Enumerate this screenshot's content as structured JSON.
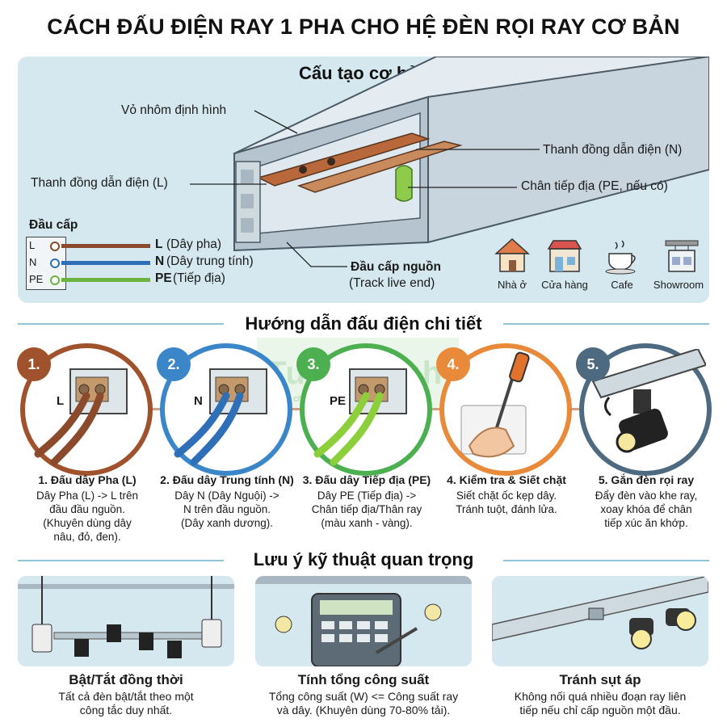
{
  "title": "CÁCH ĐẤU ĐIỆN RAY 1 PHA CHO HỆ ĐÈN RỌI RAY CƠ BẢN",
  "structure": {
    "heading": "Cấu tạo cơ bản",
    "labels": {
      "housing": "Vỏ nhôm định hình",
      "copper_n": "Thanh đồng dẫn điện (N)",
      "copper_l": "Thanh đồng dẫn điện (L)",
      "ground": "Chân tiếp địa (PE, nếu có)",
      "live_end": "Đầu cấp nguồn",
      "live_end_en": "(Track live end)"
    },
    "terminal": {
      "heading": "Đầu cấp",
      "rows": [
        {
          "pin": "L",
          "code": "L",
          "desc": " (Dây pha)",
          "color": "#8b4a2b"
        },
        {
          "pin": "N",
          "code": "N",
          "desc": " (Dây trung tính)",
          "color": "#2f6fb8"
        },
        {
          "pin": "PE",
          "code": "PE",
          "desc": " (Tiếp địa)",
          "color": "#6db33f"
        }
      ]
    },
    "applications": [
      {
        "icon": "house-icon",
        "label": "Nhà ở"
      },
      {
        "icon": "shop-icon",
        "label": "Cửa hàng"
      },
      {
        "icon": "cafe-icon",
        "label": "Cafe"
      },
      {
        "icon": "showroom-icon",
        "label": "Showroom"
      }
    ]
  },
  "guide": {
    "heading": "Hướng dẫn đấu điện chi tiết",
    "watermark": "Tuyet Light",
    "watermark_sub": "Đèn chuẩn - Thiết kế giản chất",
    "steps": [
      {
        "num": "1.",
        "color": "#a0522d",
        "tag": "L",
        "title": "1. Đấu dây Pha (L)",
        "desc": "Dây Pha (L) -> L trên\nđầu đầu nguồn.\n(Khuyên dùng dây\nnâu, đỏ, đen)."
      },
      {
        "num": "2.",
        "color": "#3a86c8",
        "tag": "N",
        "title": "2. Đấu dây Trung tính (N)",
        "desc": "Dây N (Dây Nguội) ->\nN trên đầu nguồn.\n(Dây xanh dương)."
      },
      {
        "num": "3.",
        "color": "#4caf50",
        "tag": "PE",
        "title": "3. Đấu dây Tiếp địa (PE)",
        "desc": "Dây PE (Tiếp địa) ->\nChân tiếp địa/Thân ray\n(màu xanh - vàng)."
      },
      {
        "num": "4.",
        "color": "#e88a3a",
        "tag": "",
        "title": "4. Kiểm tra & Siết chặt",
        "desc": "Siết chặt ốc kẹp dây.\nTránh tuột, đánh lửa."
      },
      {
        "num": "5.",
        "color": "#4d6a80",
        "tag": "",
        "title": "5. Gắn đèn rọi ray",
        "desc": "Đẩy đèn vào khe ray,\nxoay khóa để chân\ntiếp xúc ăn khớp."
      }
    ]
  },
  "notes": {
    "heading": "Lưu ý kỹ thuật quan trọng",
    "items": [
      {
        "title": "Bật/Tắt đồng thời",
        "desc": "Tất cả đèn bật/tắt theo một\ncông tắc duy nhất."
      },
      {
        "title": "Tính tổng công suất",
        "desc": "Tổng công suất (W) <= Công suất ray\nvà dây. (Khuyên dùng 70-80% tải)."
      },
      {
        "title": "Tránh sụt áp",
        "desc": "Không nối quá nhiều đoạn ray liên\ntiếp nếu chỉ cấp nguồn một đầu."
      }
    ]
  }
}
